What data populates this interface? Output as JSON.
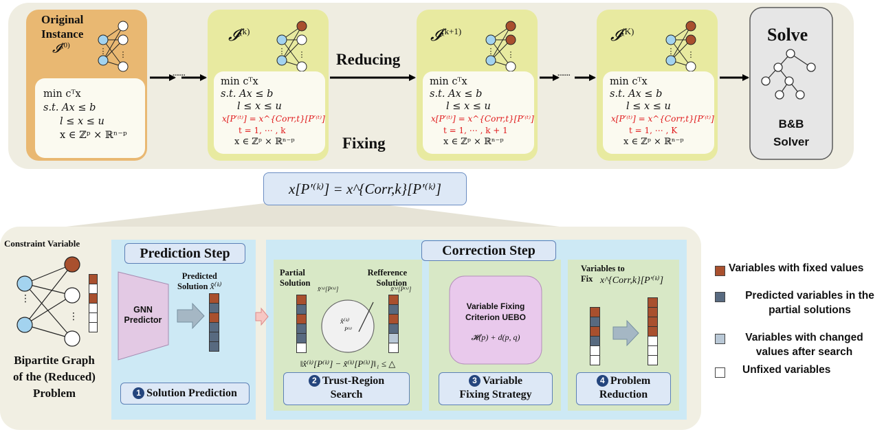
{
  "top": {
    "original_title": [
      "Original",
      "Instance"
    ],
    "original_sym": "𝓘",
    "original_sup": "(0)",
    "inst_k_sym": "𝓘",
    "inst_k_sup": "(k)",
    "inst_k1_sup": "(k+1)",
    "inst_K_sup": "(K)",
    "reducing": "Reducing",
    "fixing": "Fixing",
    "ellipsis": "·······",
    "solve": "Solve",
    "solver": [
      "B&B",
      "Solver"
    ],
    "eq_min": "min cᵀx",
    "eq_st": "s.t.  Ax ≤ b",
    "eq_bounds": "l ≤ x ≤ u",
    "eq_fix": "x[P′⁽ᵗ⁾] = x^{Corr,t}[P′⁽ᵗ⁾]",
    "eq_t_k": "t = 1, ⋯ , k",
    "eq_t_k1": "t = 1, ⋯ , k + 1",
    "eq_t_K": "t = 1, ⋯ , K",
    "eq_domain": "x ∈ ℤᵖ × ℝⁿ⁻ᵖ"
  },
  "center_eq": "x[P′⁽ᵏ⁾] = x^{Corr,k}[P′⁽ᵏ⁾]",
  "graph": {
    "label": "Constraint Variable",
    "caption": [
      "Bipartite Graph",
      "of the (Reduced)",
      "Problem"
    ]
  },
  "prediction": {
    "title": "Prediction Step",
    "gnn": [
      "GNN",
      "Predictor"
    ],
    "pred_label": [
      "Predicted",
      "Solution"
    ],
    "pred_sym": "x̂⁽ᵏ⁾",
    "step1_num": "1",
    "step1": "Solution Prediction"
  },
  "correction": {
    "title": "Correction Step",
    "partial": [
      "Partial",
      "Solution"
    ],
    "partial_sub": "x̂⁽ᵏ⁾[P⁽ᵏ⁾]",
    "ref": [
      "Refference",
      "Solution"
    ],
    "ref_sub": "x̃⁽ᵏ⁾[P⁽ᵏ⁾]",
    "circle_sym": "x̂⁽ᵏ⁾",
    "circle_sub": "P⁽ᵏ⁾",
    "trust_eq": "‖x̂⁽ᵏ⁾[P⁽ᵏ⁾] − x̃⁽ᵏ⁾[P⁽ᵏ⁾]‖₁ ≤ △",
    "step2_num": "2",
    "step2": [
      "Trust-Region",
      "Search"
    ],
    "criterion": [
      "Variable Fixing",
      "Criterion UEBO"
    ],
    "criterion_eq": "𝓗(p) + d(p, q)",
    "step3_num": "3",
    "step3": [
      "Variable",
      "Fixing Strategy"
    ],
    "fix_label": [
      "Variables to",
      "Fix"
    ],
    "fix_sym": "x^{Corr,k}[P′⁽ᵏ⁾]",
    "step4_num": "4",
    "step4": [
      "Problem",
      "Reduction"
    ]
  },
  "legend": {
    "items": [
      {
        "label": [
          "Variables with fixed values"
        ],
        "color": "#a9502e"
      },
      {
        "label": [
          "Predicted variables in the",
          "partial solutions"
        ],
        "color": "#586a80"
      },
      {
        "label": [
          "Variables with changed",
          "values after search"
        ],
        "color": "#b9c8d6"
      },
      {
        "label": [
          "Unfixed variables"
        ],
        "color": "#ffffff"
      }
    ]
  },
  "colors": {
    "fixed": "#a9502e",
    "predicted": "#586a80",
    "changed": "#b9c8d6",
    "unfixed": "#ffffff",
    "node_blue": "#a3d3ef",
    "panel_green": "#e8eaa0",
    "panel_orange": "#e9b872",
    "panel_blue": "#cde9f5"
  }
}
